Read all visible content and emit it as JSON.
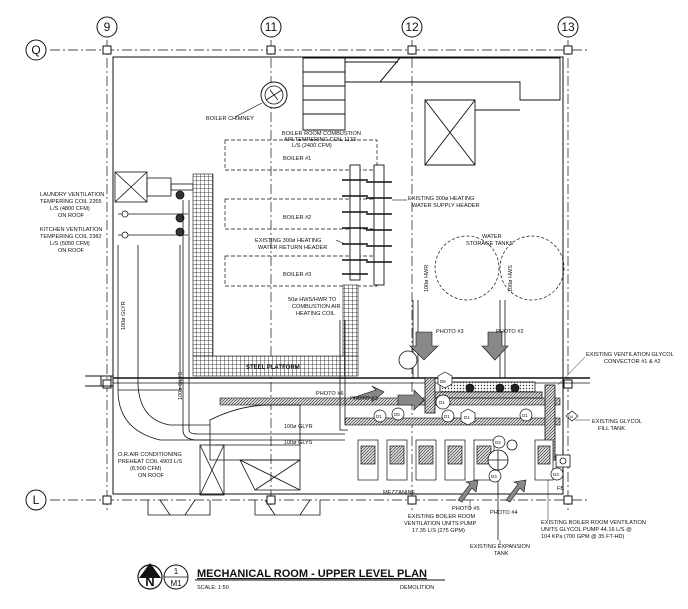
{
  "grid": {
    "cols": [
      "9",
      "11",
      "12",
      "13"
    ],
    "rows": [
      "Q",
      "L"
    ]
  },
  "labels": {
    "boiler_chimney": "BOILER CHIMNEY",
    "combustion_1": "BOILER ROOM COMBUSTION",
    "combustion_2": "AIR TEMPERING COIL 1133",
    "combustion_3": "L/S (2400 CFM)",
    "boiler_1": "BOILER #1",
    "boiler_2": "BOILER #2",
    "boiler_3": "BOILER #3",
    "supply_header_1": "EXISTING 300ø HEATING",
    "supply_header_2": "WATER SUPPLY HEADER",
    "return_header_1": "EXISTING 300ø HEATING",
    "return_header_2": "WATER RETURN HEADER",
    "water_storage_1": "WATER",
    "water_storage_2": "STORAGE TANKS",
    "laundry_1": "LAUNDRY VENTILATION",
    "laundry_2": "TEMPERING COIL 2265",
    "laundry_3": "L/S (4800 CFM)",
    "laundry_4": "ON ROOF",
    "kitchen_1": "KITCHEN VENTILATION",
    "kitchen_2": "TEMPERING COIL 2382",
    "kitchen_3": "L/S (5050 CFM)",
    "kitchen_4": "ON ROOF",
    "hws_1": "50ø HWS/HWR TO",
    "hws_2": "COMBUSTION AIR",
    "hws_3": "HEATING COIL",
    "hwr_100": "100ø HWR",
    "hws_100": "100ø HWS",
    "glyr_100_v": "100ø GLYR",
    "glys_100_v": "100ø GLYS",
    "glyr_100_h": "100ø GLYR",
    "glys_100_h": "100ø GLYS",
    "steel_platform": "STEEL PLATFORM",
    "photo_1": "PHOTO #1",
    "photo_2": "PHOTO #2",
    "photo_3": "PHOTO #3",
    "photo_4": "PHOTO #4",
    "photo_5": "PHOTO #5",
    "photo_6": "PHOTO #6",
    "vent_glycol_1": "EXISTING VENTILATION GLYCOL",
    "vent_glycol_2": "CONVECTOR #1 & #2",
    "fill_tank_1": "EXISTING GLYCOL",
    "fill_tank_2": "FILL TANK",
    "oa_1": "O.R.AIR CONDITIONING",
    "oa_2": "PREHEAT COIL 4903 L/S",
    "oa_3": "(8,500 CFM)",
    "oa_4": "ON ROOF",
    "mezzanine": "MEZZANINE",
    "pump_1": "EXISTING BOILER ROOM",
    "pump_2": "VENTILATION UNITS PUMP",
    "pump_3": "17.35 L/S (275 GPM)",
    "expansion_1": "EXISTING EXPANSION",
    "expansion_2": "TANK",
    "glycol_pump_1": "EXISTING BOILER ROOM VENTILATION",
    "glycol_pump_2": "UNITS GLYCOL PUMP 44.16 L/S @",
    "glycol_pump_3": "104 KPa (700 GPM @ 35 FT-HD)",
    "fb": "FB",
    "mark_d1": "D1",
    "mark_d2": "D2",
    "mark_d3": "D3",
    "mark_d4": "D4",
    "mark_d5": "D5",
    "mark_d6": "D6"
  },
  "title_block": {
    "north": "N",
    "detail_num": "1",
    "sheet": "M1",
    "title": "MECHANICAL ROOM - UPPER LEVEL PLAN",
    "scale": "SCALE:    1:50",
    "status": "DEMOLITION"
  }
}
